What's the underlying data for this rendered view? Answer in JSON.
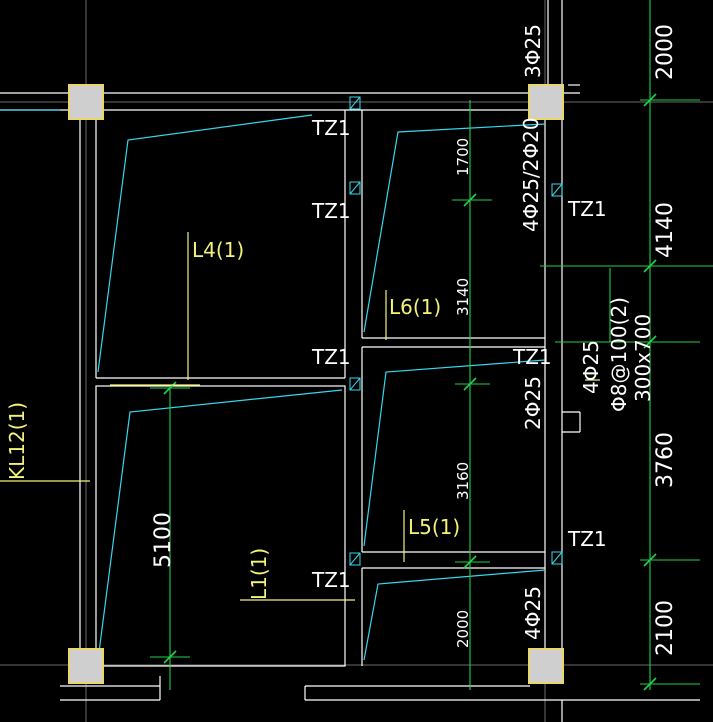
{
  "labels": {
    "tz1": "TZ1",
    "l4": "L4(1)",
    "l6": "L6(1)",
    "l5": "L5(1)",
    "l1": "L1(1)",
    "kl12": "KL12(1)"
  },
  "rebar": {
    "top_3phi25": "3Φ25",
    "right_4phi25_2phi20": "4Φ25/2Φ20",
    "right_4phi25": "4Φ25",
    "stirrup": "Φ8@100(2)",
    "section": "300x700",
    "mid_2phi25": "2Φ25",
    "bottom_4phi25": "4Φ25"
  },
  "dims": {
    "d2000_top": "2000",
    "d4140": "4140",
    "d3760": "3760",
    "d2100": "2100",
    "d1700": "1700",
    "d3140": "3140",
    "d3160": "3160",
    "d2000_low": "2000",
    "d5100": "5100"
  },
  "colors": {
    "background": "#000000",
    "line": "#ffffff",
    "slab": "#35d7ee",
    "dimension": "#22d04a",
    "beam_label": "#f4f27a",
    "column": "#cfcfcf",
    "column_border": "#e9d76a"
  }
}
